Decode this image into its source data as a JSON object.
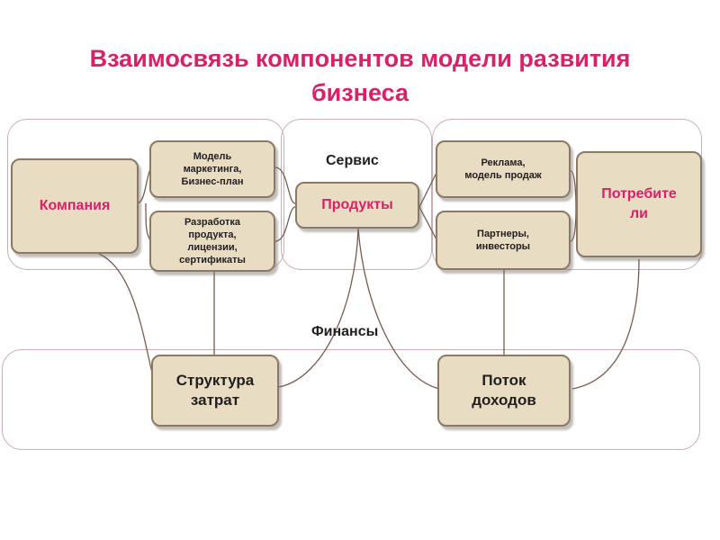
{
  "title": "Взаимосвязь компонентов модели развития\nбизнеса",
  "labels": {
    "service": "Сервис",
    "finance": "Финансы"
  },
  "boxes": {
    "company": "Компания",
    "marketing": "Модель\nмаркетинга,\nБизнес-план",
    "development": "Разработка\nпродукта,\nлицензии,\nсертификаты",
    "products": "Продукты",
    "advertising": "Реклама,\nмодель продаж",
    "partners": "Партнеры,\nинвесторы",
    "consumers": "Потребите\nли",
    "cost_structure": "Структура\nзатрат",
    "revenue_stream": "Поток\nдоходов"
  },
  "colors": {
    "title": "#d9216a",
    "box_fill": "#e8dcc3",
    "box_border": "#8a7868",
    "group_border": "#c8aeb0",
    "connector": "#7a5a50"
  }
}
